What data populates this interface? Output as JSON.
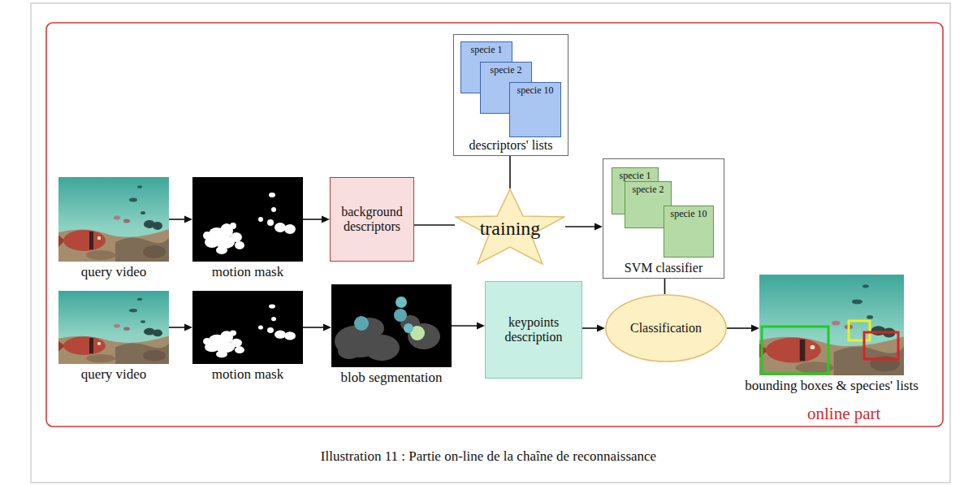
{
  "diagram": {
    "caption": "Illustration 11 : Partie on-line de la chaîne de reconnaissance",
    "nodes": [
      {
        "text": [
          "query video"
        ]
      },
      {
        "text": [
          "motion mask"
        ]
      },
      {
        "text": [
          "background descriptors"
        ]
      },
      {
        "text": [
          "descriptors' lists"
        ]
      },
      {
        "text": [
          "specie 1"
        ],
        "in": 3
      },
      {
        "text": [
          "specie 2"
        ],
        "in": 3
      },
      {
        "text": [
          "specie 10"
        ],
        "in": 3
      },
      {
        "text": [
          "training"
        ]
      },
      {
        "text": [
          "SVM classifier"
        ]
      },
      {
        "text": [
          "specie 1"
        ],
        "in": 8
      },
      {
        "text": [
          "specie 2"
        ],
        "in": 8
      },
      {
        "text": [
          "specie 10"
        ],
        "in": 8
      },
      {
        "text": [
          "query video"
        ]
      },
      {
        "text": [
          "motion mask"
        ]
      },
      {
        "text": [
          "blob segmentation"
        ]
      },
      {
        "text": [
          "keypoints description"
        ]
      },
      {
        "text": [
          "Classification"
        ]
      },
      {
        "text": [
          "bounding boxes & species' lists"
        ]
      }
    ],
    "edges": [
      {
        "from": 0,
        "to": 1,
        "arrow": "to"
      },
      {
        "from": 1,
        "to": 2,
        "arrow": "to"
      },
      {
        "from": 2,
        "to": 7,
        "arrow": "none"
      },
      {
        "from": 3,
        "to": 7,
        "arrow": "none"
      },
      {
        "from": 7,
        "to": 8,
        "arrow": "to"
      },
      {
        "from": 12,
        "to": 13,
        "arrow": "to"
      },
      {
        "from": 13,
        "to": 14,
        "arrow": "to"
      },
      {
        "from": 14,
        "to": 15,
        "arrow": "to"
      },
      {
        "from": 15,
        "to": 16,
        "arrow": "to"
      },
      {
        "from": 8,
        "to": 16,
        "arrow": "none"
      },
      {
        "from": 16,
        "to": 17,
        "arrow": "to"
      }
    ],
    "labels": [
      "online part"
    ]
  }
}
